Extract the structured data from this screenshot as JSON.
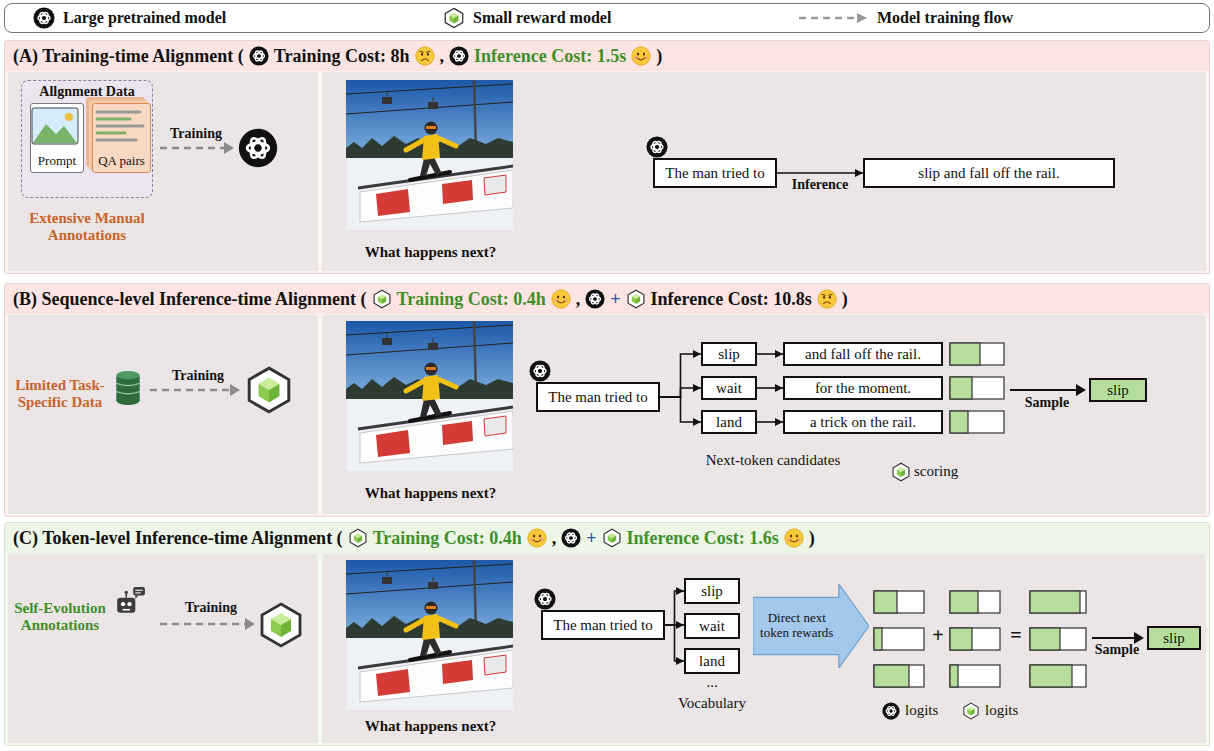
{
  "diagram": {
    "nodes": [
      {
        "text": [
          "(A) Training-time Alignment (",
          "Training Cost: 8h",
          ",",
          "Inference Cost: 1.5s",
          ")"
        ]
      },
      {
        "text": [
          "Extensive Manual Annotations",
          "Training"
        ],
        "in": 0
      },
      {
        "text": [
          "Allgnment Data"
        ],
        "in": 1
      },
      {
        "text": [
          "Prompt"
        ],
        "in": 2
      },
      {
        "text": [
          "QA pairs"
        ],
        "in": 2
      },
      {
        "text": [
          "What happens next?"
        ],
        "in": 0
      },
      {
        "text": [
          "The man tried to"
        ],
        "in": 5
      },
      {
        "text": [
          "slip and fall off the rail."
        ],
        "in": 5
      },
      {
        "text": [
          "(B) Sequence-level Inference-time Alignment (",
          "Training Cost: 0.4h",
          ",",
          "+",
          "Inference Cost: 10.8s",
          ")"
        ]
      },
      {
        "text": [
          "Limited Task-Specific Data",
          "Training"
        ],
        "in": 8
      },
      {
        "text": [
          "What happens next?",
          "Next-token candidates",
          "scoring",
          "Sample"
        ],
        "in": 8
      },
      {
        "text": [
          "The man tried to"
        ],
        "in": 10
      },
      {
        "text": [
          "slip"
        ],
        "in": 10
      },
      {
        "text": [
          "wait"
        ],
        "in": 10
      },
      {
        "text": [
          "land"
        ],
        "in": 10
      },
      {
        "text": [
          "and fall off the rail."
        ],
        "in": 10
      },
      {
        "text": [
          "for the moment."
        ],
        "in": 10
      },
      {
        "text": [
          "a trick on the rail."
        ],
        "in": 10
      },
      {
        "text": [
          "slip"
        ],
        "in": 10
      },
      {
        "text": [
          "(C) Token-level Inference-time Alignment (",
          "Training Cost: 0.4h",
          ",",
          "+",
          "Inference Cost: 1.6s",
          ")"
        ]
      },
      {
        "text": [
          "Self-Evolution Annotations",
          "Training"
        ],
        "in": 19
      },
      {
        "text": [
          "What happens next?",
          "Vocabulary",
          "...",
          "+",
          "=",
          "Sample",
          "logits",
          "logits"
        ],
        "in": 19
      },
      {
        "text": [
          "The man tried to"
        ],
        "in": 21
      },
      {
        "text": [
          "slip"
        ],
        "in": 21
      },
      {
        "text": [
          "wait"
        ],
        "in": 21
      },
      {
        "text": [
          "land"
        ],
        "in": 21
      },
      {
        "text": [
          "Direct next token rewards"
        ],
        "in": 21
      },
      {
        "text": [
          "slip"
        ],
        "in": 21
      }
    ],
    "edges": [
      {
        "from": 6,
        "to": 7,
        "arrow": "to",
        "label": "Inference"
      },
      {
        "from": 11,
        "to": 12,
        "arrow": "to"
      },
      {
        "from": 11,
        "to": 13,
        "arrow": "to"
      },
      {
        "from": 11,
        "to": 14,
        "arrow": "to"
      },
      {
        "from": 12,
        "to": 15,
        "arrow": "to"
      },
      {
        "from": 13,
        "to": 16,
        "arrow": "to"
      },
      {
        "from": 14,
        "to": 17,
        "arrow": "to"
      },
      {
        "from": 22,
        "to": 23,
        "arrow": "to"
      },
      {
        "from": 22,
        "to": 24,
        "arrow": "to"
      },
      {
        "from": 22,
        "to": 25,
        "arrow": "to"
      }
    ],
    "legend": [
      {
        "text": "Large pretrained model"
      },
      {
        "text": "Small reward model"
      },
      {
        "text": "Model training flow"
      }
    ]
  }
}
